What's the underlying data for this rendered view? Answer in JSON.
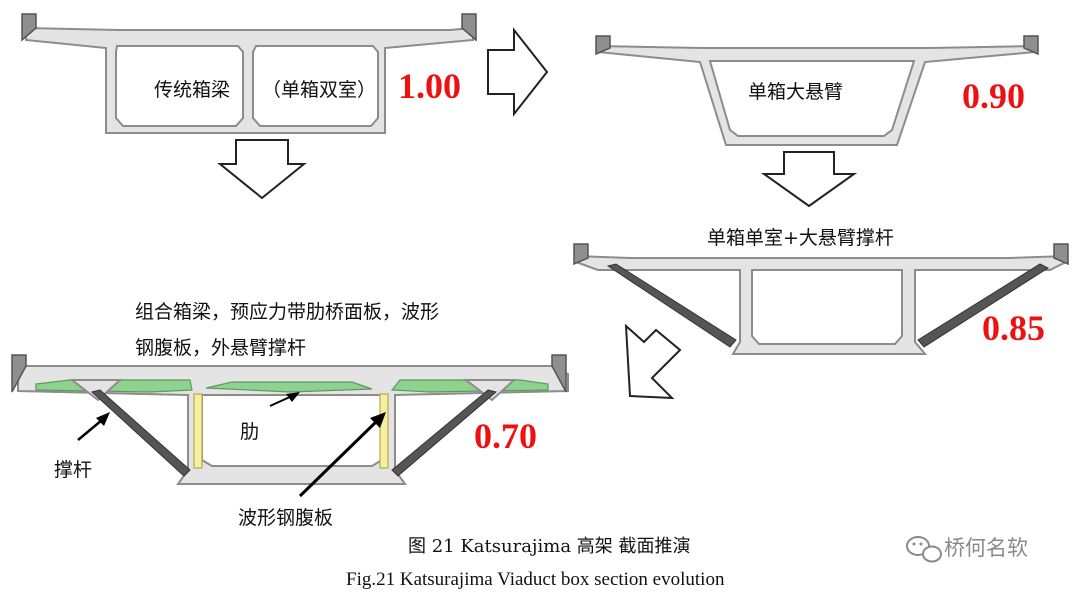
{
  "sections": {
    "s1": {
      "label_a": "传统箱梁",
      "label_b": "（单箱双室）",
      "ratio": "1.00"
    },
    "s2": {
      "label": "单箱大悬臂",
      "ratio": "0.90"
    },
    "s3": {
      "label": "单箱单室+大悬臂撑杆",
      "ratio": "0.85"
    },
    "s4": {
      "label_line1": "组合箱梁，预应力带肋桥面板，波形",
      "label_line2": "钢腹板，外悬臂撑杆",
      "rib_label": "肋",
      "strut_label": "撑杆",
      "web_label": "波形钢腹板",
      "ratio": "0.70"
    }
  },
  "caption": {
    "cn": "图 21 Katsurajima  高架  截面推演",
    "en": "Fig.21 Katsurajima Viaduct box section evolution"
  },
  "watermark": {
    "text": "桥何名软",
    "icon": "wechat-icon"
  },
  "colors": {
    "concrete": "#e4e4e4",
    "outline": "#8c8c8c",
    "ratio_text": "#ee1111",
    "deck_panel": "#8fd18f",
    "corrugated_web": "#f4f0a0",
    "strut": "#555555"
  }
}
